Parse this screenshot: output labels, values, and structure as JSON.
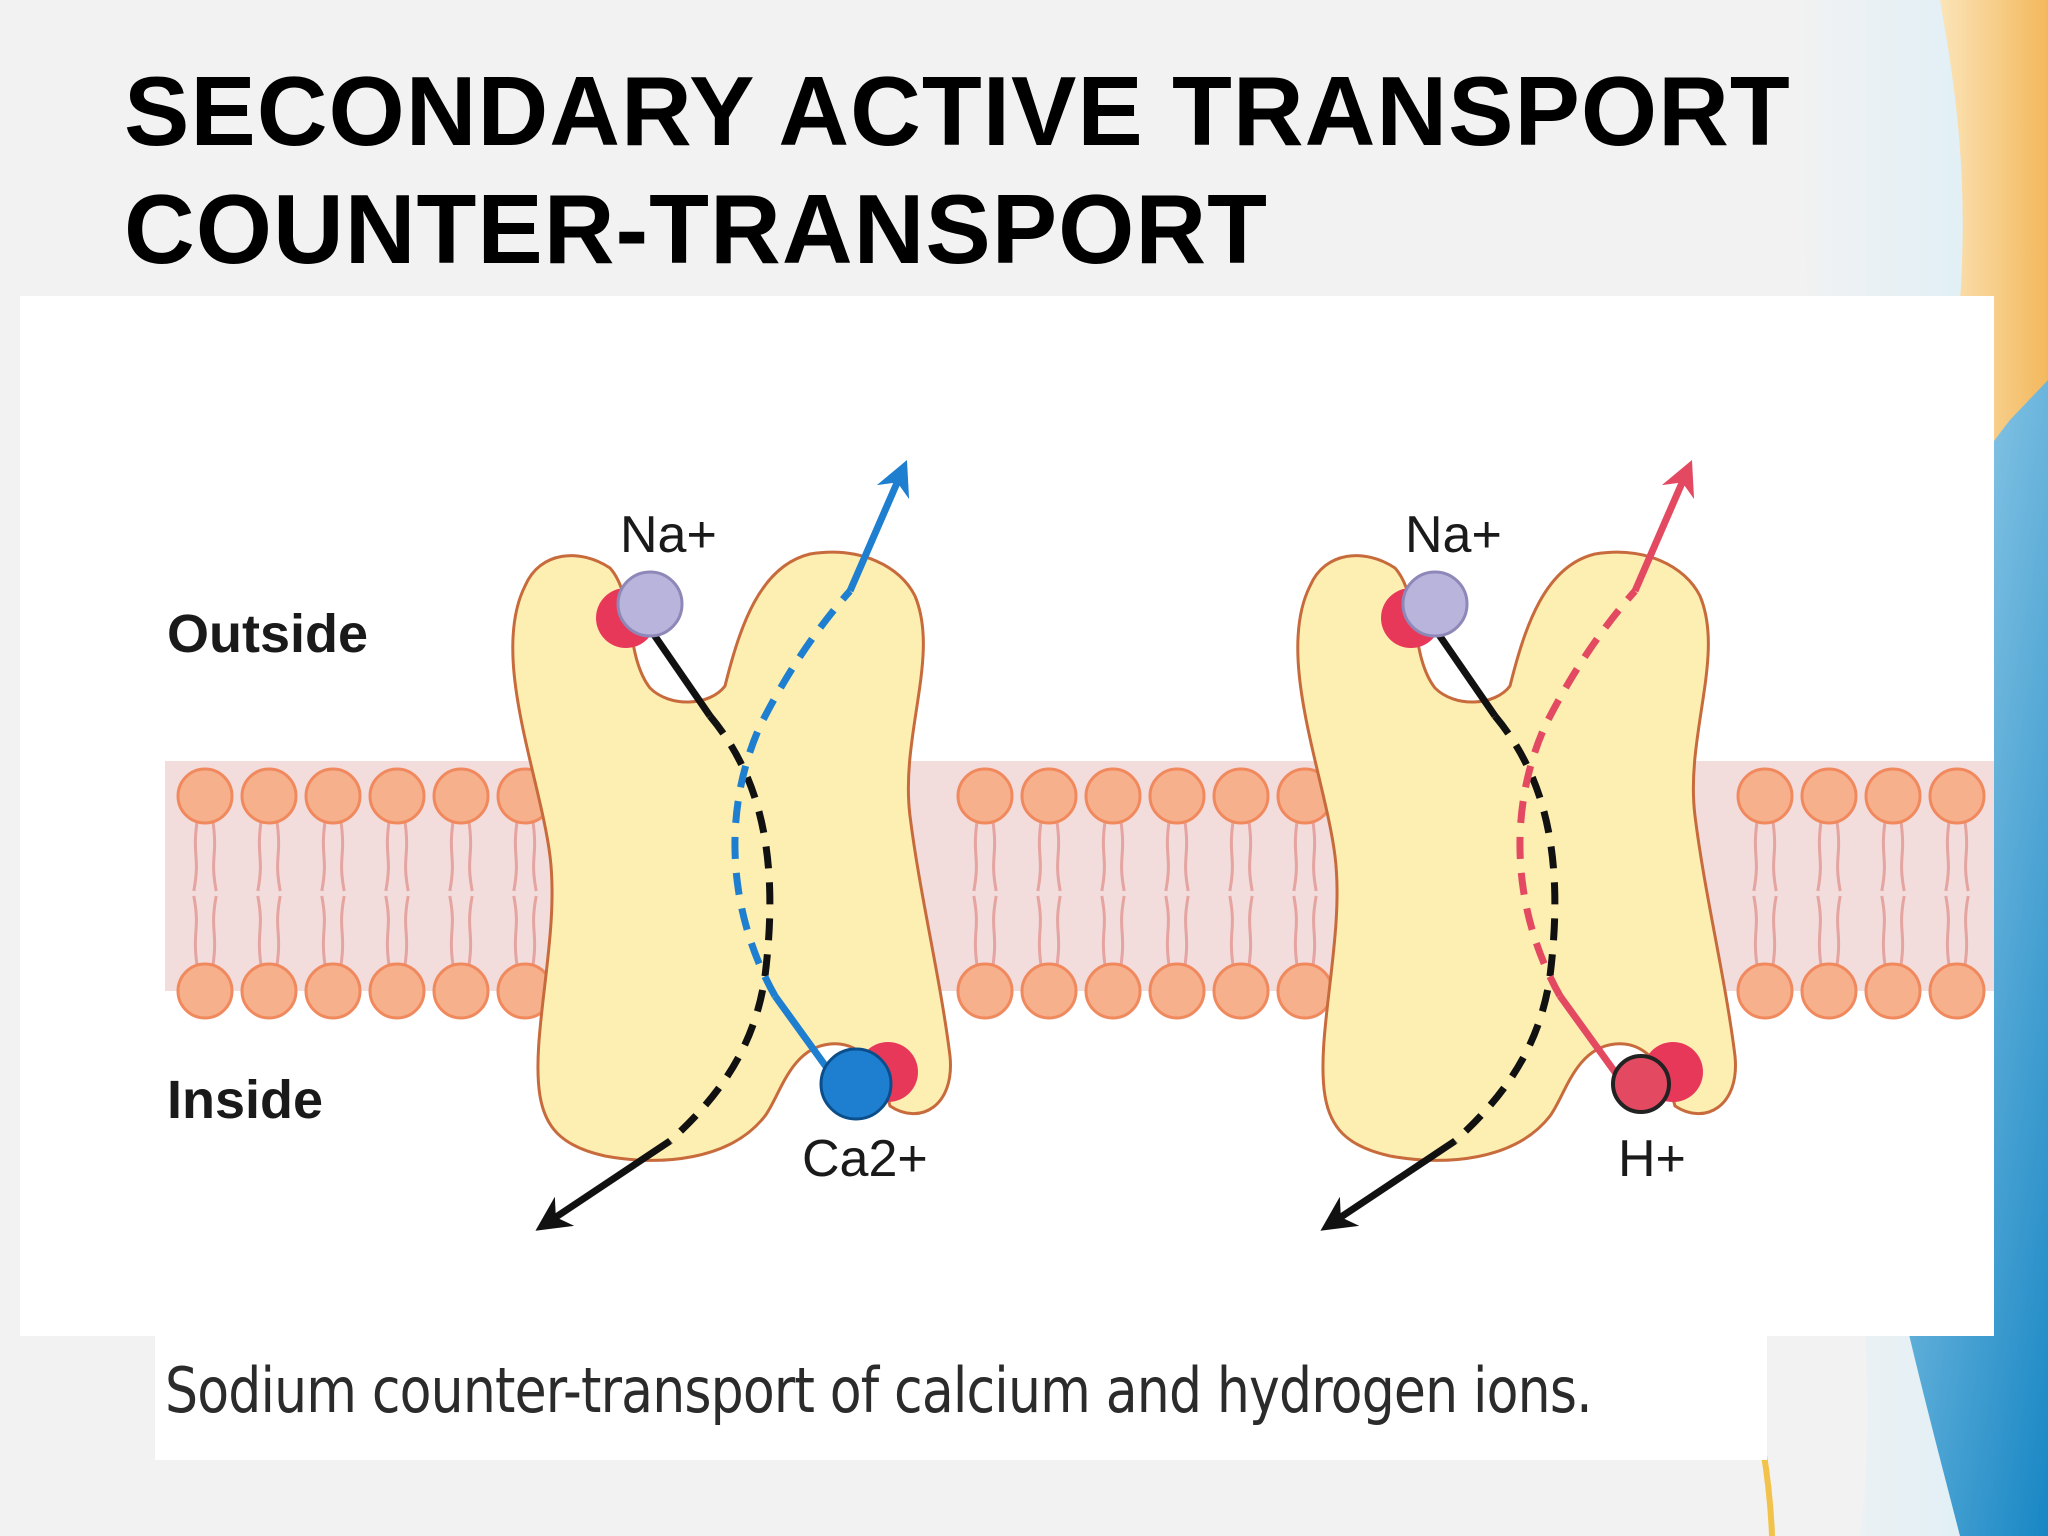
{
  "slide": {
    "title_line1": "SECONDARY ACTIVE TRANSPORT",
    "title_line2": "COUNTER-TRANSPORT"
  },
  "diagram": {
    "outside_label": "Outside",
    "inside_label": "Inside",
    "transporters": [
      {
        "driving_ion": "Na+",
        "counter_ion": "Ca2+",
        "counter_color": "#1e7fd0"
      },
      {
        "driving_ion": "Na+",
        "counter_ion": "H+",
        "counter_color": "#e34a62"
      }
    ],
    "colors": {
      "protein_fill": "#fdeeb2",
      "protein_outline": "#c86b3c",
      "membrane_band": "#f3dcdc",
      "lipid_head": "#f7b08c",
      "sodium_ion": "#b9b4dc",
      "binding_site": "#e8385a"
    }
  },
  "caption": "Sodium counter-transport of calcium and hydrogen ions."
}
